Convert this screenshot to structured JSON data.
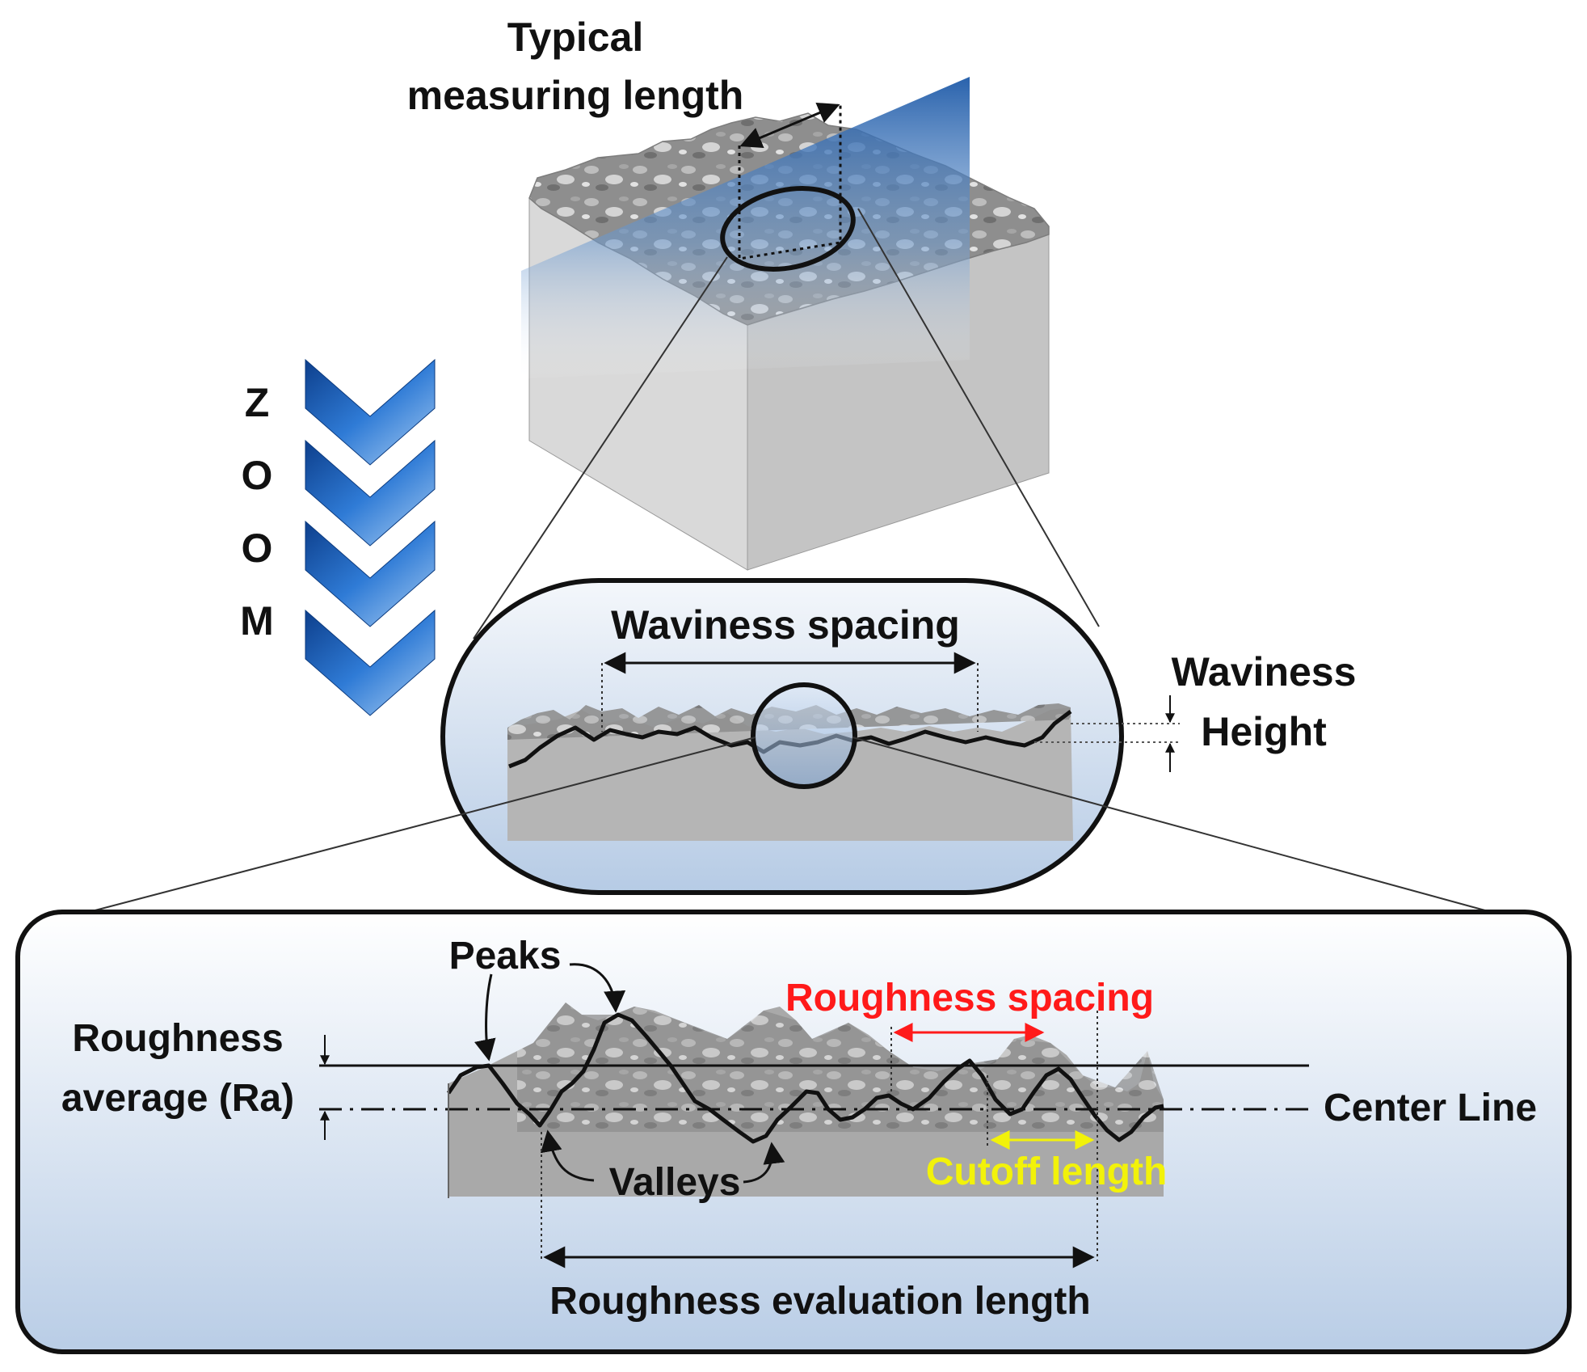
{
  "labels": {
    "typical_measuring_line1": "Typical",
    "typical_measuring_line2": "measuring length",
    "zoom_letters": [
      "Z",
      "O",
      "O",
      "M"
    ],
    "waviness_spacing": "Waviness spacing",
    "waviness_height_line1": "Waviness",
    "waviness_height_line2": "Height",
    "peaks": "Peaks",
    "roughness_spacing": "Roughness spacing",
    "roughness_average_line1": "Roughness",
    "roughness_average_line2": "average (Ra)",
    "center_line": "Center Line",
    "valleys": "Valleys",
    "cutoff_length": "Cutoff length",
    "roughness_evaluation_length": "Roughness evaluation length"
  },
  "colors": {
    "roughness_spacing": "#ff1a1a",
    "cutoff_length": "#f2f20a",
    "blue_plane": "#1f5fb0",
    "zoom_chevron": "#1e66c2"
  }
}
